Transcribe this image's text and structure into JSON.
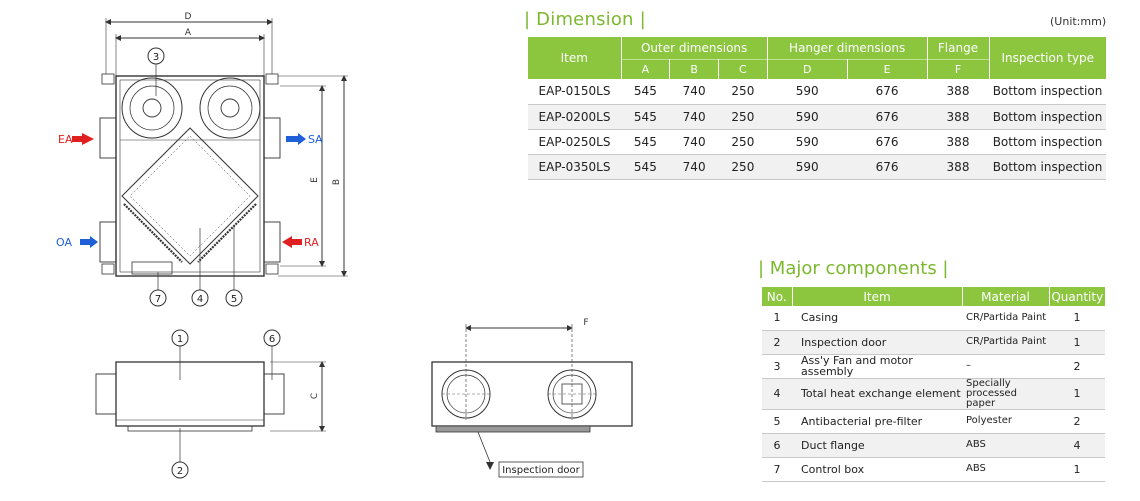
{
  "drawing": {
    "dims": {
      "D": "D",
      "A": "A",
      "B": "B",
      "E": "E",
      "C": "C",
      "F": "F"
    },
    "airflow": {
      "EA": "EA",
      "SA": "SA",
      "OA": "OA",
      "RA": "RA"
    },
    "callouts": {
      "c1": "1",
      "c2": "2",
      "c3": "3",
      "c4": "4",
      "c5": "5",
      "c6": "6",
      "c7": "7"
    },
    "inspection_label": "Inspection door",
    "colors": {
      "red": "#e02020",
      "blue": "#1f5fd8",
      "line": "#333333"
    }
  },
  "dimension": {
    "title": "| Dimension |",
    "unit": "(Unit:mm)",
    "headers": {
      "item": "Item",
      "outer": "Outer dimensions",
      "hanger": "Hanger dimensions",
      "flange": "Flange",
      "inspection": "Inspection type",
      "sub": [
        "A",
        "B",
        "C",
        "D",
        "E",
        "F"
      ]
    },
    "rows": [
      [
        "EAP-0150LS",
        "545",
        "740",
        "250",
        "590",
        "676",
        "388",
        "Bottom inspection"
      ],
      [
        "EAP-0200LS",
        "545",
        "740",
        "250",
        "590",
        "676",
        "388",
        "Bottom inspection"
      ],
      [
        "EAP-0250LS",
        "545",
        "740",
        "250",
        "590",
        "676",
        "388",
        "Bottom inspection"
      ],
      [
        "EAP-0350LS",
        "545",
        "740",
        "250",
        "590",
        "676",
        "388",
        "Bottom inspection"
      ]
    ]
  },
  "components": {
    "title": "| Major components  |",
    "headers": {
      "no": "No.",
      "item": "Item",
      "material": "Material",
      "quantity": "Quantity"
    },
    "rows": [
      [
        "1",
        "Casing",
        "CR/Partida Paint",
        "1"
      ],
      [
        "2",
        "Inspection door",
        "CR/Partida Paint",
        "1"
      ],
      [
        "3",
        "Ass'y Fan and motor assembly",
        "–",
        "2"
      ],
      [
        "4",
        "Total heat exchange element",
        "Specially processed paper",
        "1"
      ],
      [
        "5",
        "Antibacterial pre-filter",
        "Polyester",
        "2"
      ],
      [
        "6",
        "Duct flange",
        "ABS",
        "4"
      ],
      [
        "7",
        "Control box",
        "ABS",
        "1"
      ]
    ]
  },
  "theme": {
    "accent": "#8cc63f",
    "title_green": "#7cb82f",
    "row_alt": "#f1f1f1"
  }
}
